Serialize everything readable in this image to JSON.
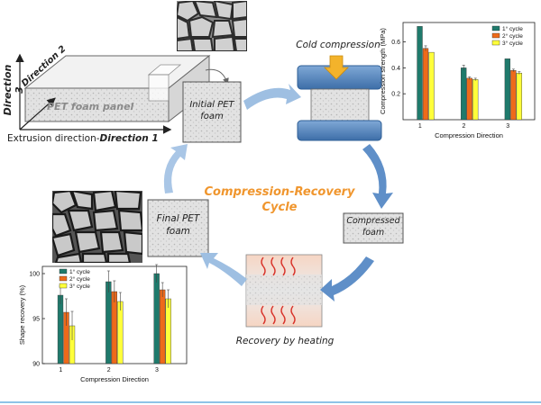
{
  "panel": {
    "direction3": "Direction 3",
    "direction2": "Direction 2",
    "panel_label": "PET foam panel",
    "extrusion_label_prefix": "Extrusion direction-",
    "extrusion_label_bold": "Direction 1"
  },
  "stages": {
    "initial": "Initial PET foam",
    "cold_compression": "Cold compression",
    "compressed": "Compressed foam",
    "recovery": "Recovery by heating",
    "final": "Final PET foam",
    "cycle_title_line1": "Compression-Recovery",
    "cycle_title_line2": "Cycle"
  },
  "colors": {
    "cycle1": "#1f7a6c",
    "cycle2": "#ee6a1a",
    "cycle3": "#ffff3a",
    "arrow": "#7ba7d6",
    "cycle_title": "#f0962e",
    "heat": "#d9342b"
  },
  "chart_data": [
    {
      "type": "bar",
      "ylabel": "Compression strength (MPa)",
      "xlabel": "Compression Direction",
      "categories": [
        "1",
        "2",
        "3"
      ],
      "ylim": [
        0,
        0.75
      ],
      "yticks": [
        "0.2",
        "0.4",
        "0.6"
      ],
      "legend": [
        "1° cycle",
        "2° cycle",
        "3° cycle"
      ],
      "series": [
        {
          "name": "1° cycle",
          "values": [
            0.72,
            0.4,
            0.47
          ]
        },
        {
          "name": "2° cycle",
          "values": [
            0.55,
            0.32,
            0.38
          ]
        },
        {
          "name": "3° cycle",
          "values": [
            0.52,
            0.31,
            0.36
          ]
        }
      ]
    },
    {
      "type": "bar",
      "ylabel": "Shape recovery (%)",
      "xlabel": "Compression Direction",
      "categories": [
        "1",
        "2",
        "3"
      ],
      "ylim": [
        90,
        100.8
      ],
      "yticks": [
        "90",
        "95",
        "100"
      ],
      "legend": [
        "1° cycle",
        "2° cycle",
        "3° cycle"
      ],
      "series": [
        {
          "name": "1° cycle",
          "values": [
            97.6,
            99.1,
            100.0
          ]
        },
        {
          "name": "2° cycle",
          "values": [
            95.7,
            98.0,
            98.2
          ]
        },
        {
          "name": "3° cycle",
          "values": [
            94.2,
            96.9,
            97.2
          ]
        }
      ]
    }
  ]
}
